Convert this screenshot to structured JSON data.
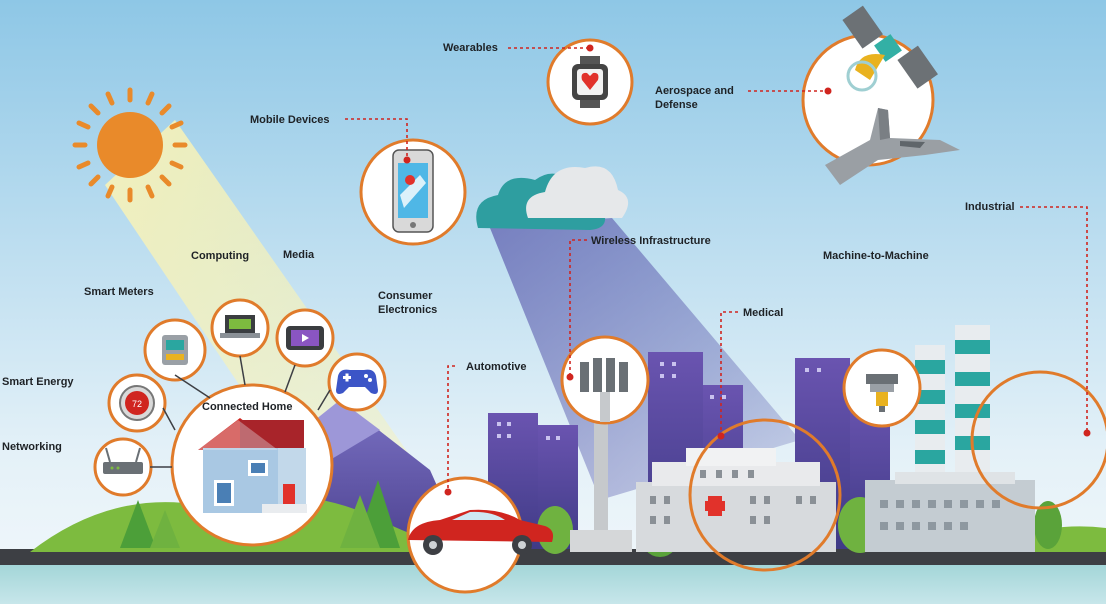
{
  "labels": {
    "wearables": "Wearables",
    "aerospace": "Aerospace and Defense",
    "mobile_devices": "Mobile Devices",
    "wireless_infrastructure": "Wireless Infrastructure",
    "industrial": "Industrial",
    "computing": "Computing",
    "media": "Media",
    "machine_to_machine": "Machine-to-Machine",
    "smart_meters": "Smart Meters",
    "consumer_electronics": "Consumer Electronics",
    "medical": "Medical",
    "automotive": "Automotive",
    "smart_energy": "Smart Energy",
    "connected_home": "Connected Home",
    "networking": "Networking"
  },
  "icons": {
    "sun": "sun-icon",
    "cloud": "cloud-icon",
    "watch": "smartwatch-icon",
    "satellite": "satellite-icon",
    "jet": "fighter-jet-icon",
    "phone": "smartphone-icon",
    "meter": "smart-meter-icon",
    "laptop": "laptop-icon",
    "tablet": "tablet-icon",
    "gamepad": "gamepad-icon",
    "thermostat": "thermostat-icon",
    "router": "router-icon",
    "house": "house-icon",
    "car": "car-icon",
    "antenna": "cell-tower-antenna-icon",
    "hospital": "hospital-icon",
    "sensor": "industrial-sensor-icon",
    "factory": "factory-icon"
  },
  "colors": {
    "sky_top": "#8ec7e6",
    "sky_bottom": "#eef6fb",
    "accent_orange": "#e07b2b",
    "leader_red": "#d0251f",
    "ground": "#3d3f44",
    "grass": "#7dbb3f",
    "building_purple": "#5b4a9e",
    "smoke_teal": "#2aa6a0"
  }
}
